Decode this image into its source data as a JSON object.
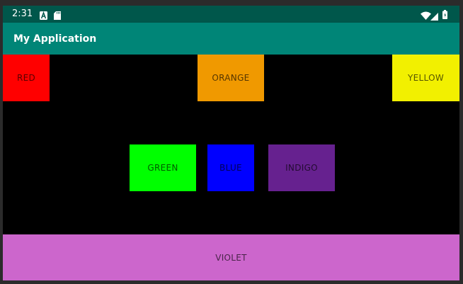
{
  "status_bar": {
    "time": "2:31",
    "icons": [
      "text-a-icon",
      "sd-card-icon",
      "wifi-icon",
      "cell-signal-icon",
      "battery-icon"
    ]
  },
  "app_bar": {
    "title": "My Application"
  },
  "buttons": {
    "red": {
      "label": "RED",
      "color": "#ff0000"
    },
    "orange": {
      "label": "ORANGE",
      "color": "#f09900"
    },
    "yellow": {
      "label": "YELLOW",
      "color": "#f2f000"
    },
    "green": {
      "label": "GREEN",
      "color": "#00ff00"
    },
    "blue": {
      "label": "BLUE",
      "color": "#0000ff"
    },
    "indigo": {
      "label": "INDIGO",
      "color": "#66218f"
    },
    "violet": {
      "label": "VIOLET",
      "color": "#cc66cc"
    }
  },
  "colors": {
    "status_bar": "#00574b",
    "app_bar": "#008577",
    "content_background": "#000000"
  }
}
